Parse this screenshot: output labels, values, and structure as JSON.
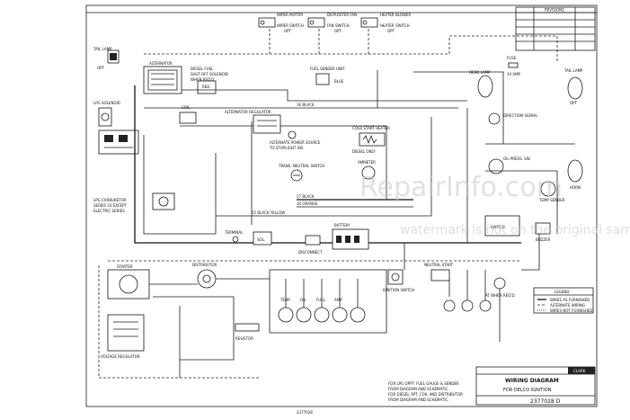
{
  "top_switches": [
    {
      "name": "WIPER MOTOR",
      "sub": "WIPER SWITCH",
      "opt": "OPT"
    },
    {
      "name": "DEFROSTER FAN",
      "sub": "FAN SWITCH",
      "opt": "OPT"
    },
    {
      "name": "HEATER BLOWER",
      "sub": "HEATER SWITCH",
      "opt": "OPT"
    }
  ],
  "labels": {
    "tail_lamp": "TAIL LAMP",
    "tail_lamp_opt": "OPT",
    "alternator": "ALTERNATOR",
    "lpg_solenoid": "LPG SOLENOID",
    "diesel_fuel": "DIESEL FUEL",
    "shutoff_solenoid": "SHUT-OFF SOLENOID",
    "when_reqd": "WHEN REQ'D",
    "red": "RED",
    "black": "BLACK",
    "black_16": "16 BLACK",
    "black_27": "27 BLACK",
    "orange_30": "30 ORANGE",
    "black_yellow": "15 BLACK YELLOW",
    "fuel_sender": "FUEL SENDER UNIT",
    "blue": "BLUE",
    "alternator_regulator": "ALTERNATOR REGULATOR",
    "alternate_power": "ALTERNATE POWER SOURCE",
    "alternate_power_sub": "TO STOPLIGHT SW.",
    "cold_start": "COLD START HEATER",
    "cold_start_sub": "DIESEL ONLY",
    "switch": "SWITCH",
    "ammeter": "AMMETER",
    "transmission_neutral": "TRANS. NEUTRAL SWITCH",
    "battery": "BATTERY",
    "starter": "STARTER",
    "solenoid": "SOL.",
    "ignition_coil": "COIL",
    "distributor": "DISTRIBUTOR",
    "resistor": "RESISTOR",
    "voltage_regulator": "VOLTAGE REGULATOR",
    "lpg_carb": "LPG CARBURETOR",
    "lpg_carb_sub": "SERIES 10 EXCEPT",
    "lpg_carb_sub2": "ELECTRIC SERIES",
    "horn": "HORN",
    "head_lamp": "HEAD LAMP",
    "direction_signal": "DIRECTION SIGNAL",
    "temp_sender": "TEMP SENDER",
    "oil_pressure": "OIL PRESS. SW.",
    "ignition_switch": "IGNITION SWITCH",
    "neutral_start": "NEUTRAL START",
    "pressure_sw": "AT WHEN REQ'D",
    "buzzer": "BUZZER",
    "fuse": "FUSE",
    "fuse_amp": "14 AMP",
    "terminal": "TERMINAL",
    "disconnect": "DISCONNECT",
    "gauge_temp": "TEMP",
    "gauge_oil": "OIL",
    "gauge_fuel": "FUEL",
    "gauge_amp": "AMP",
    "tail_lamp_r": "TAIL LAMP",
    "opt": "OPT"
  },
  "legend": {
    "title": "LEGEND",
    "rows": [
      "WIRES AS FURNISHED",
      "ALTERNATE WIRING",
      "WIRES NOT FURNISHED"
    ]
  },
  "revision": {
    "title": "REVISIONS"
  },
  "title_block": {
    "company": "CLARK",
    "title": "WIRING DIAGRAM",
    "subtitle": "FOR DELCO IGNITION",
    "drawing_no": "2377028 D"
  },
  "bottom_notes": [
    "FOR LPG OPPT. FUEL GAUGE & SENDER",
    "FROM DIAGRAM AND SCHEMATIC.",
    "FOR DIESEL OPT. COIL AND DISTRIBUTOR",
    "FROM DIAGRAM AND SCHEMATIC."
  ],
  "bottom_code": "2377028",
  "watermark": {
    "main": "RepairInfo.com",
    "sub": "watermark is not on the original sample"
  }
}
